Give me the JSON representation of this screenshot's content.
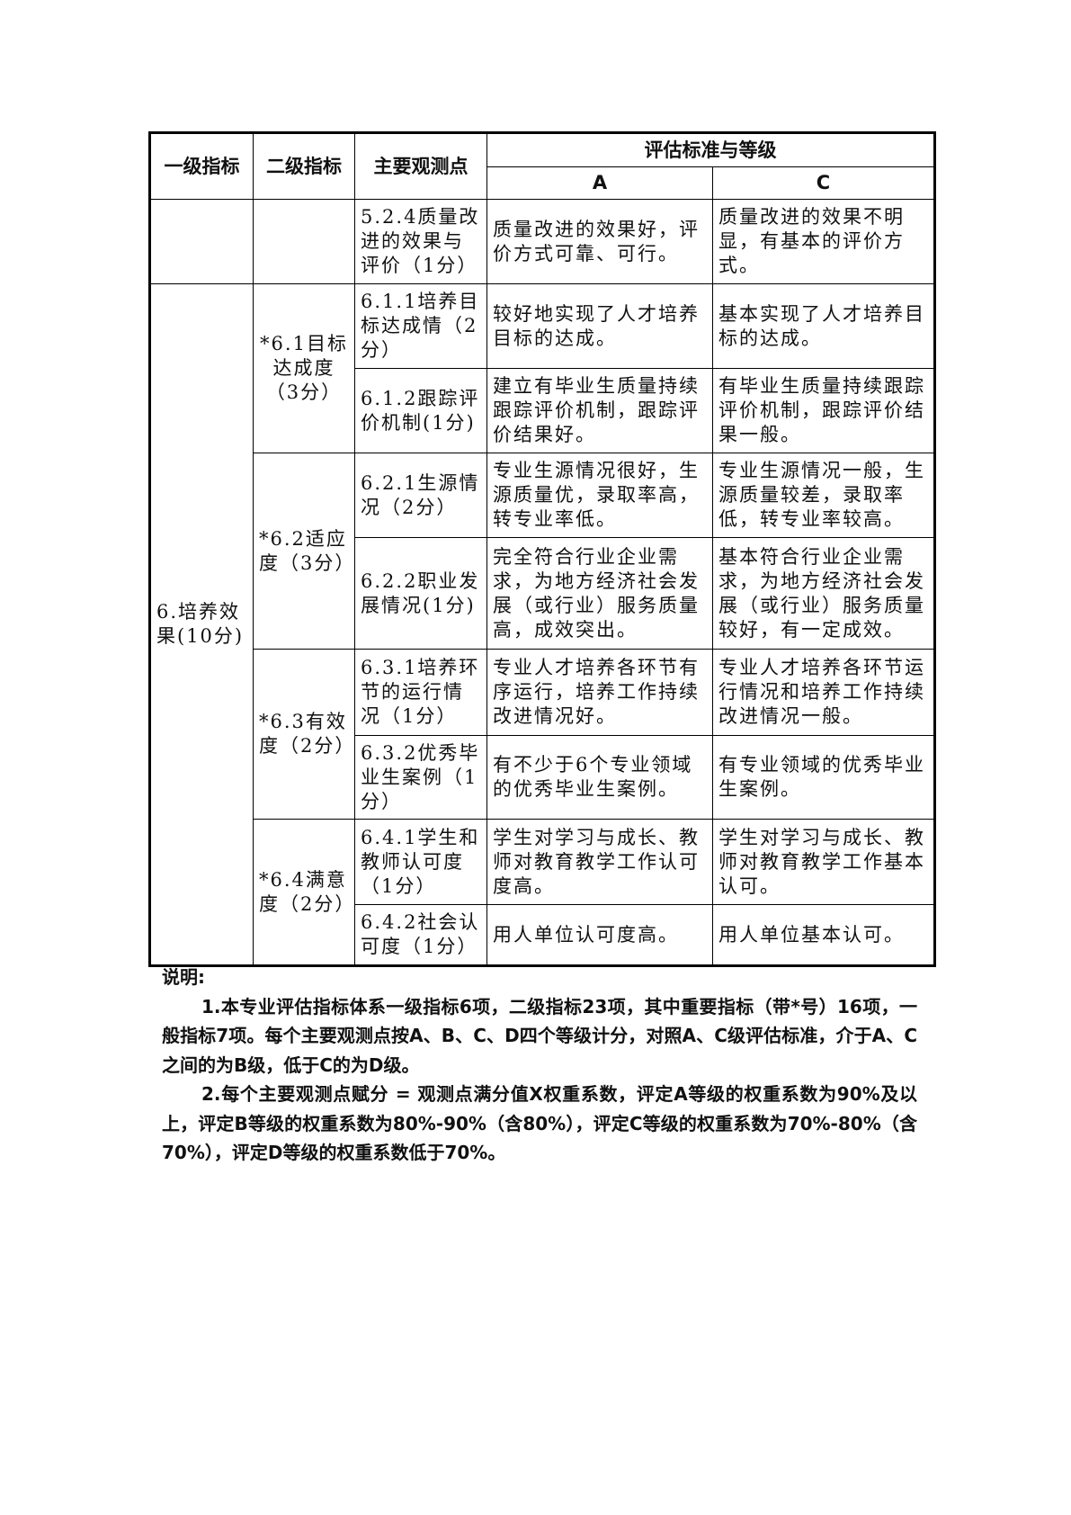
{
  "table": {
    "headers": {
      "level1": "一级指标",
      "level2": "二级指标",
      "observation": "主要观测点",
      "standard": "评估标准与等级",
      "grade_a": "A",
      "grade_c": "C"
    },
    "rows": [
      {
        "level1": "",
        "level2": "",
        "point": "5.2.4质量改进的效果与评价（1分）",
        "a": "质量改进的效果好，评价方式可靠、可行。",
        "c": "质量改进的效果不明显，有基本的评价方式。"
      },
      {
        "level1": "6.培养效果(10分)",
        "level2": "*6.1目标达成度（3分）",
        "point": "6.1.1培养目标达成情（2分）",
        "a": "较好地实现了人才培养目标的达成。",
        "c": "基本实现了人才培养目标的达成。"
      },
      {
        "point": "6.1.2跟踪评价机制(1分)",
        "a": "建立有毕业生质量持续跟踪评价机制，跟踪评价结果好。",
        "c": "有毕业生质量持续跟踪评价机制，跟踪评价结果一般。"
      },
      {
        "level2": "*6.2适应度（3分）",
        "point": "6.2.1生源情况（2分）",
        "a": "专业生源情况很好，生源质量优，录取率高，转专业率低。",
        "c": "专业生源情况一般，生源质量较差，录取率低，转专业率较高。"
      },
      {
        "point": "6.2.2职业发展情况(1分)",
        "a": "完全符合行业企业需求，为地方经济社会发展（或行业）服务质量高，成效突出。",
        "c": "基本符合行业企业需求，为地方经济社会发展（或行业）服务质量较好，有一定成效。"
      },
      {
        "level2": "*6.3有效度（2分）",
        "point": "6.3.1培养环节的运行情况（1分）",
        "a": "专业人才培养各环节有序运行，培养工作持续改进情况好。",
        "c": "专业人才培养各环节运行情况和培养工作持续改进情况一般。"
      },
      {
        "point": "6.3.2优秀毕业生案例（1分）",
        "a": "有不少于6个专业领域的优秀毕业生案例。",
        "c": "有专业领域的优秀毕业生案例。"
      },
      {
        "level2": "*6.4满意度（2分）",
        "point": "6.4.1学生和教师认可度（1分）",
        "a": "学生对学习与成长、教师对教育教学工作认可度高。",
        "c": "学生对学习与成长、教师对教育教学工作基本认可。"
      },
      {
        "point": "6.4.2社会认可度（1分）",
        "a": "用人单位认可度高。",
        "c": "用人单位基本认可。"
      }
    ]
  },
  "notes": {
    "title": "说明:",
    "items": [
      "1.本专业评估指标体系一级指标6项，二级指标23项，其中重要指标（带*号）16项，一般指标7项。每个主要观测点按A、B、C、D四个等级计分，对照A、C级评估标准，介于A、C之间的为B级，低于C的为D级。",
      "2.每个主要观测点赋分 = 观测点满分值X权重系数，评定A等级的权重系数为90%及以上，评定B等级的权重系数为80%-90%（含80%），评定C等级的权重系数为70%-80%（含70%），评定D等级的权重系数低于70%。"
    ]
  }
}
